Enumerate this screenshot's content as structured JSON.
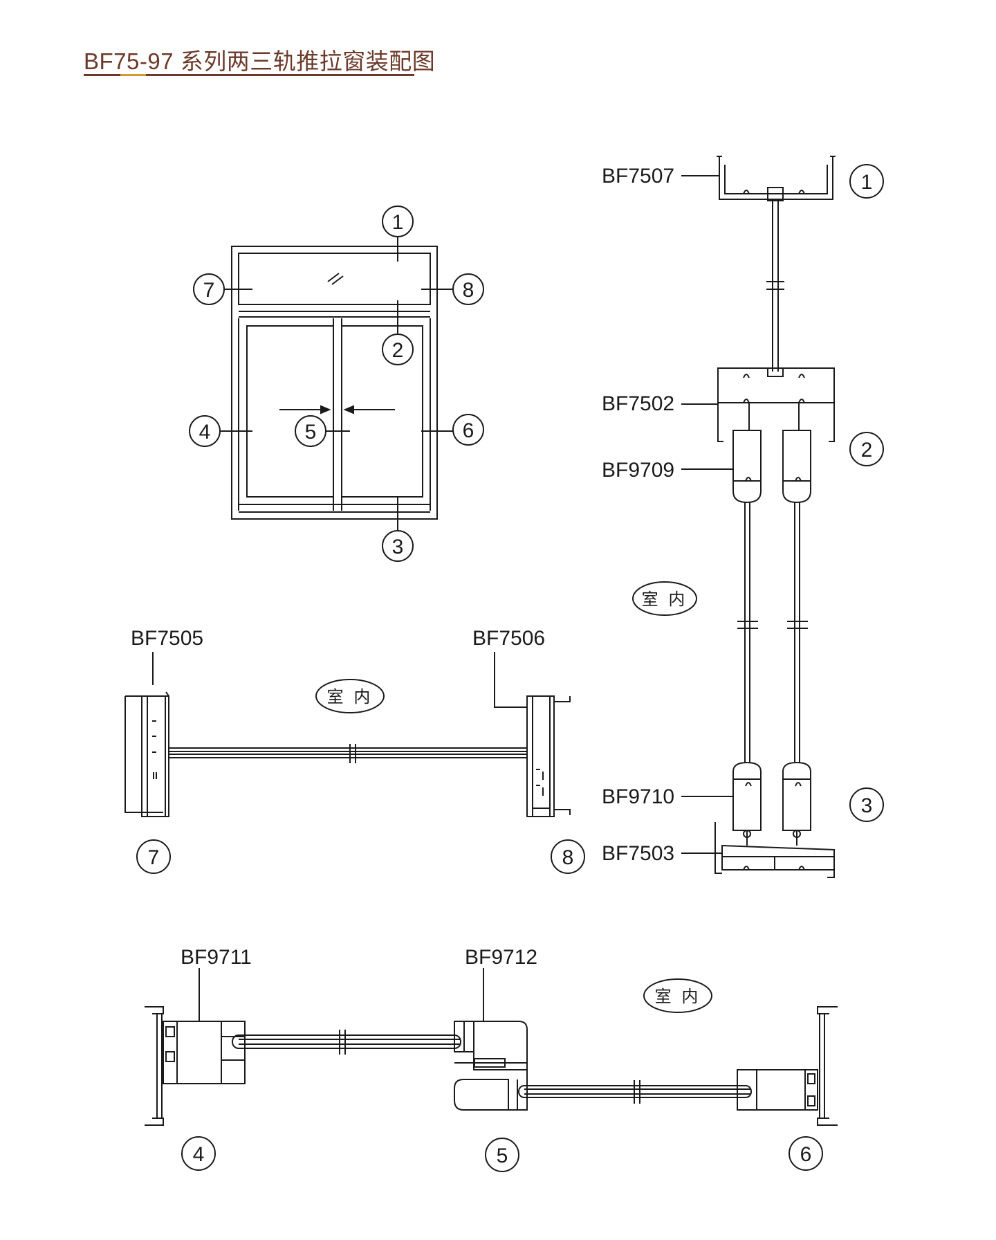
{
  "title": "BF75-97 系列两三轨推拉窗装配图",
  "colors": {
    "title": "#6b3a2a",
    "accent": "#d49a2a",
    "line": "#1a1a1a"
  },
  "elevation": {
    "callouts": [
      "1",
      "2",
      "3",
      "4",
      "5",
      "6",
      "7",
      "8"
    ]
  },
  "vertical_section": {
    "profiles": [
      "BF7507",
      "BF7502",
      "BF9709",
      "BF9710",
      "BF7503"
    ],
    "callouts": [
      "1",
      "2",
      "3"
    ],
    "room_label": "室 内"
  },
  "transom_section": {
    "profiles": [
      "BF7505",
      "BF7506"
    ],
    "callouts": [
      "7",
      "8"
    ],
    "room_label": "室 内"
  },
  "horizontal_section": {
    "profiles": [
      "BF9711",
      "BF9712"
    ],
    "callouts": [
      "4",
      "5",
      "6"
    ],
    "room_label": "室 内"
  }
}
